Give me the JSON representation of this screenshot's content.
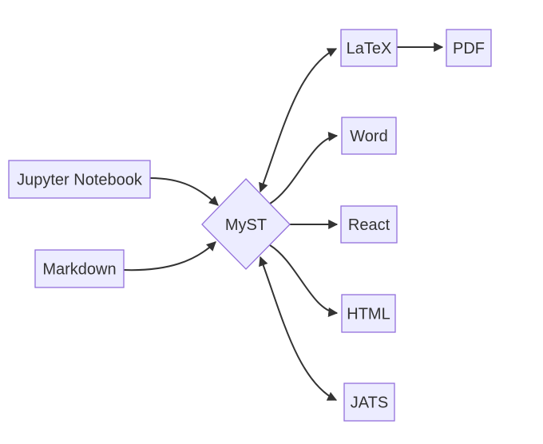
{
  "diagram": {
    "type": "flowchart",
    "direction": "left-to-right",
    "nodes": {
      "jupyter": {
        "label": "Jupyter Notebook",
        "shape": "rect"
      },
      "markdown": {
        "label": "Markdown",
        "shape": "rect"
      },
      "myst": {
        "label": "MyST",
        "shape": "diamond"
      },
      "latex": {
        "label": "LaTeX",
        "shape": "rect"
      },
      "pdf": {
        "label": "PDF",
        "shape": "rect"
      },
      "word": {
        "label": "Word",
        "shape": "rect"
      },
      "react": {
        "label": "React",
        "shape": "rect"
      },
      "html": {
        "label": "HTML",
        "shape": "rect"
      },
      "jats": {
        "label": "JATS",
        "shape": "rect"
      }
    },
    "edges": [
      {
        "from": "jupyter",
        "to": "myst",
        "type": "arrow"
      },
      {
        "from": "markdown",
        "to": "myst",
        "type": "arrow"
      },
      {
        "from": "myst",
        "to": "latex",
        "type": "bidirectional"
      },
      {
        "from": "latex",
        "to": "pdf",
        "type": "arrow"
      },
      {
        "from": "myst",
        "to": "word",
        "type": "arrow"
      },
      {
        "from": "myst",
        "to": "react",
        "type": "arrow"
      },
      {
        "from": "myst",
        "to": "html",
        "type": "arrow"
      },
      {
        "from": "myst",
        "to": "jats",
        "type": "bidirectional"
      }
    ],
    "colors": {
      "node_fill": "#ECECFF",
      "node_border": "#9370DB",
      "edge": "#333333",
      "text": "#333333",
      "background": "#FFFFFF"
    }
  }
}
